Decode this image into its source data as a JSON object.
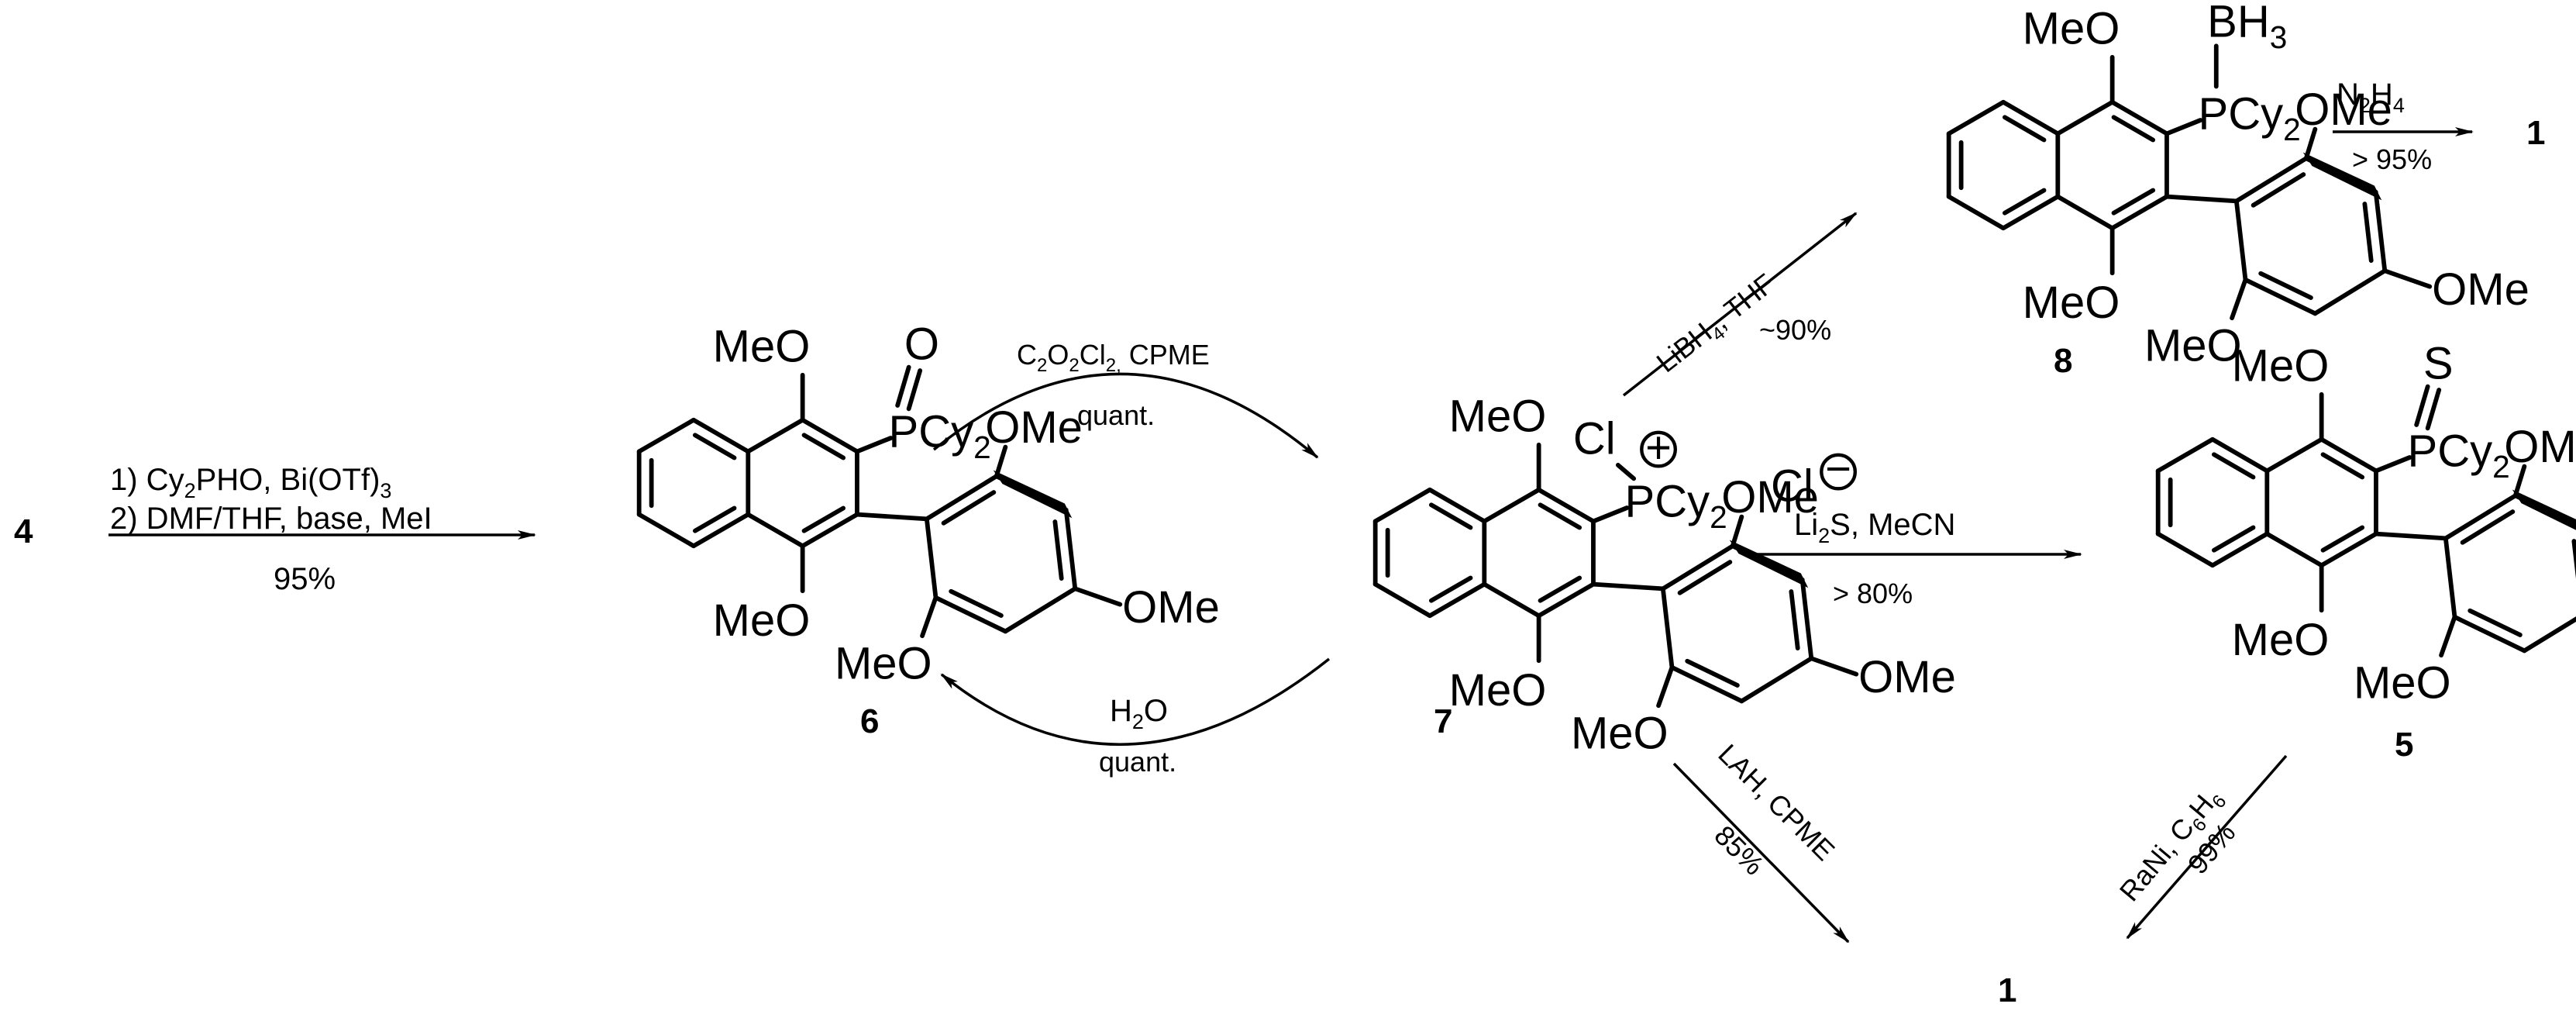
{
  "colors": {
    "ink": "#000000",
    "background": "#ffffff"
  },
  "compounds": {
    "c4": "4",
    "c6": "6",
    "c7": "7",
    "c8": "8",
    "c5": "5",
    "c1_right": "1",
    "c1_bottom": "1"
  },
  "atoms": {
    "meo": "MeO",
    "ome": "OMe",
    "o": "O",
    "s": "S",
    "p": "P",
    "cy": "Cy",
    "sub2": "2",
    "sub3": "3",
    "cl": "Cl",
    "bh": "BH",
    "plus": "+",
    "minus": "−"
  },
  "conditions": {
    "step1_line1": "1) Cy",
    "step1_line1_sub": "2",
    "step1_line1_end": "PHO, Bi(OTf)",
    "step1_line1_sub2": "3",
    "step1_line2": "2) DMF/THF, base, MeI",
    "step1_yield": "95%",
    "oxalyl_a": "C",
    "oxalyl_s1": "2",
    "oxalyl_b": "O",
    "oxalyl_s2": "2",
    "oxalyl_c": "Cl",
    "oxalyl_s3": "2,",
    "oxalyl_d": " CPME",
    "oxalyl_yield": "quant.",
    "water_a": "H",
    "water_sub": "2",
    "water_b": "O",
    "water_yield": "quant.",
    "libh4_a": "LiBH",
    "libh4_sub": "4",
    "libh4_b": ", THF",
    "libh4_yield": "~90%",
    "hydrazine_a": "N",
    "hydrazine_s1": "2",
    "hydrazine_b": "H",
    "hydrazine_s2": "4",
    "hydrazine_yield": "> 95%",
    "li2s_a": "Li",
    "li2s_sub": "2",
    "li2s_b": "S, MeCN",
    "li2s_yield": "> 80%",
    "lah": "LAH, CPME",
    "lah_yield": "85%",
    "rani_a": "RaNi, C",
    "rani_s1": "6",
    "rani_b": "H",
    "rani_s2": "6",
    "rani_yield": "99%"
  }
}
